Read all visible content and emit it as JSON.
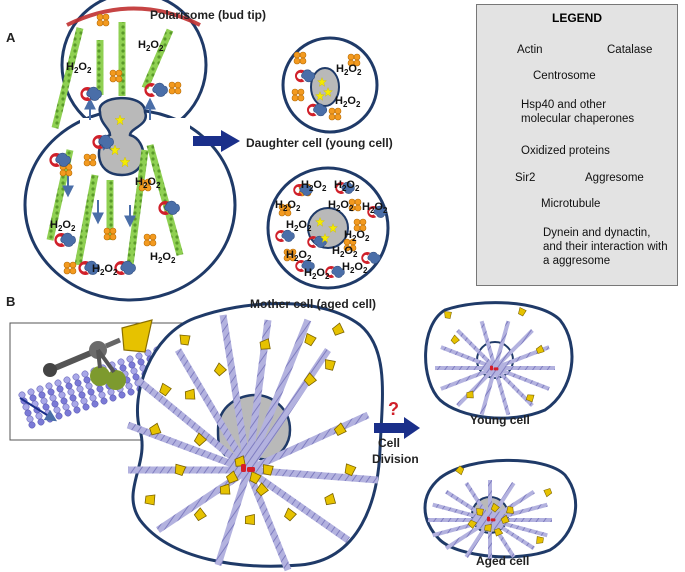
{
  "panels": {
    "a": "A",
    "b": "B"
  },
  "labels": {
    "polarisome": "Polarisome (bud tip)",
    "daughter": "Daughter cell (young cell)",
    "mother": "Mother cell (aged cell)",
    "young": "Young cell",
    "aged": "Aged cell",
    "division_line1": "Cell",
    "division_line2": "Division",
    "question": "?"
  },
  "molecule": {
    "base": "H",
    "sub1": "2",
    "mid": "O",
    "sub2": "2"
  },
  "legend": {
    "title": "LEGEND",
    "actin": "Actin",
    "catalase": "Catalase",
    "centrosome": "Centrosome",
    "hsp40_1": "Hsp40 and other",
    "hsp40_2": "molecular chaperones",
    "oxidized": "Oxidized proteins",
    "sir2": "Sir2",
    "aggresome": "Aggresome",
    "microtubule": "Microtubule",
    "dynein_1": "Dynein and dynactin,",
    "dynein_2": "and their interaction with",
    "dynein_3": "a aggresome"
  },
  "colors": {
    "cell_outline": "#1f3a68",
    "actin": "#7cc24a",
    "catalase": "#f39a1f",
    "chaperone": "#d0202a",
    "oxidized": "#4a6ea8",
    "microtubule": "#a9a8d8",
    "aggresome": "#e6c200",
    "arrow": "#1a2f8a",
    "nucleus_fill": "#b9b9b9"
  },
  "icons": {
    "actin": "actin-filament-icon",
    "catalase": "catalase-icon",
    "centrosome": "centrosome-icon",
    "chaperone": "chaperone-icon",
    "oxidized": "oxidized-protein-icon",
    "sir2": "sir2-star-icon",
    "aggresome": "aggresome-icon",
    "microtubule": "microtubule-icon",
    "dynein": "dynein-dynactin-icon"
  }
}
